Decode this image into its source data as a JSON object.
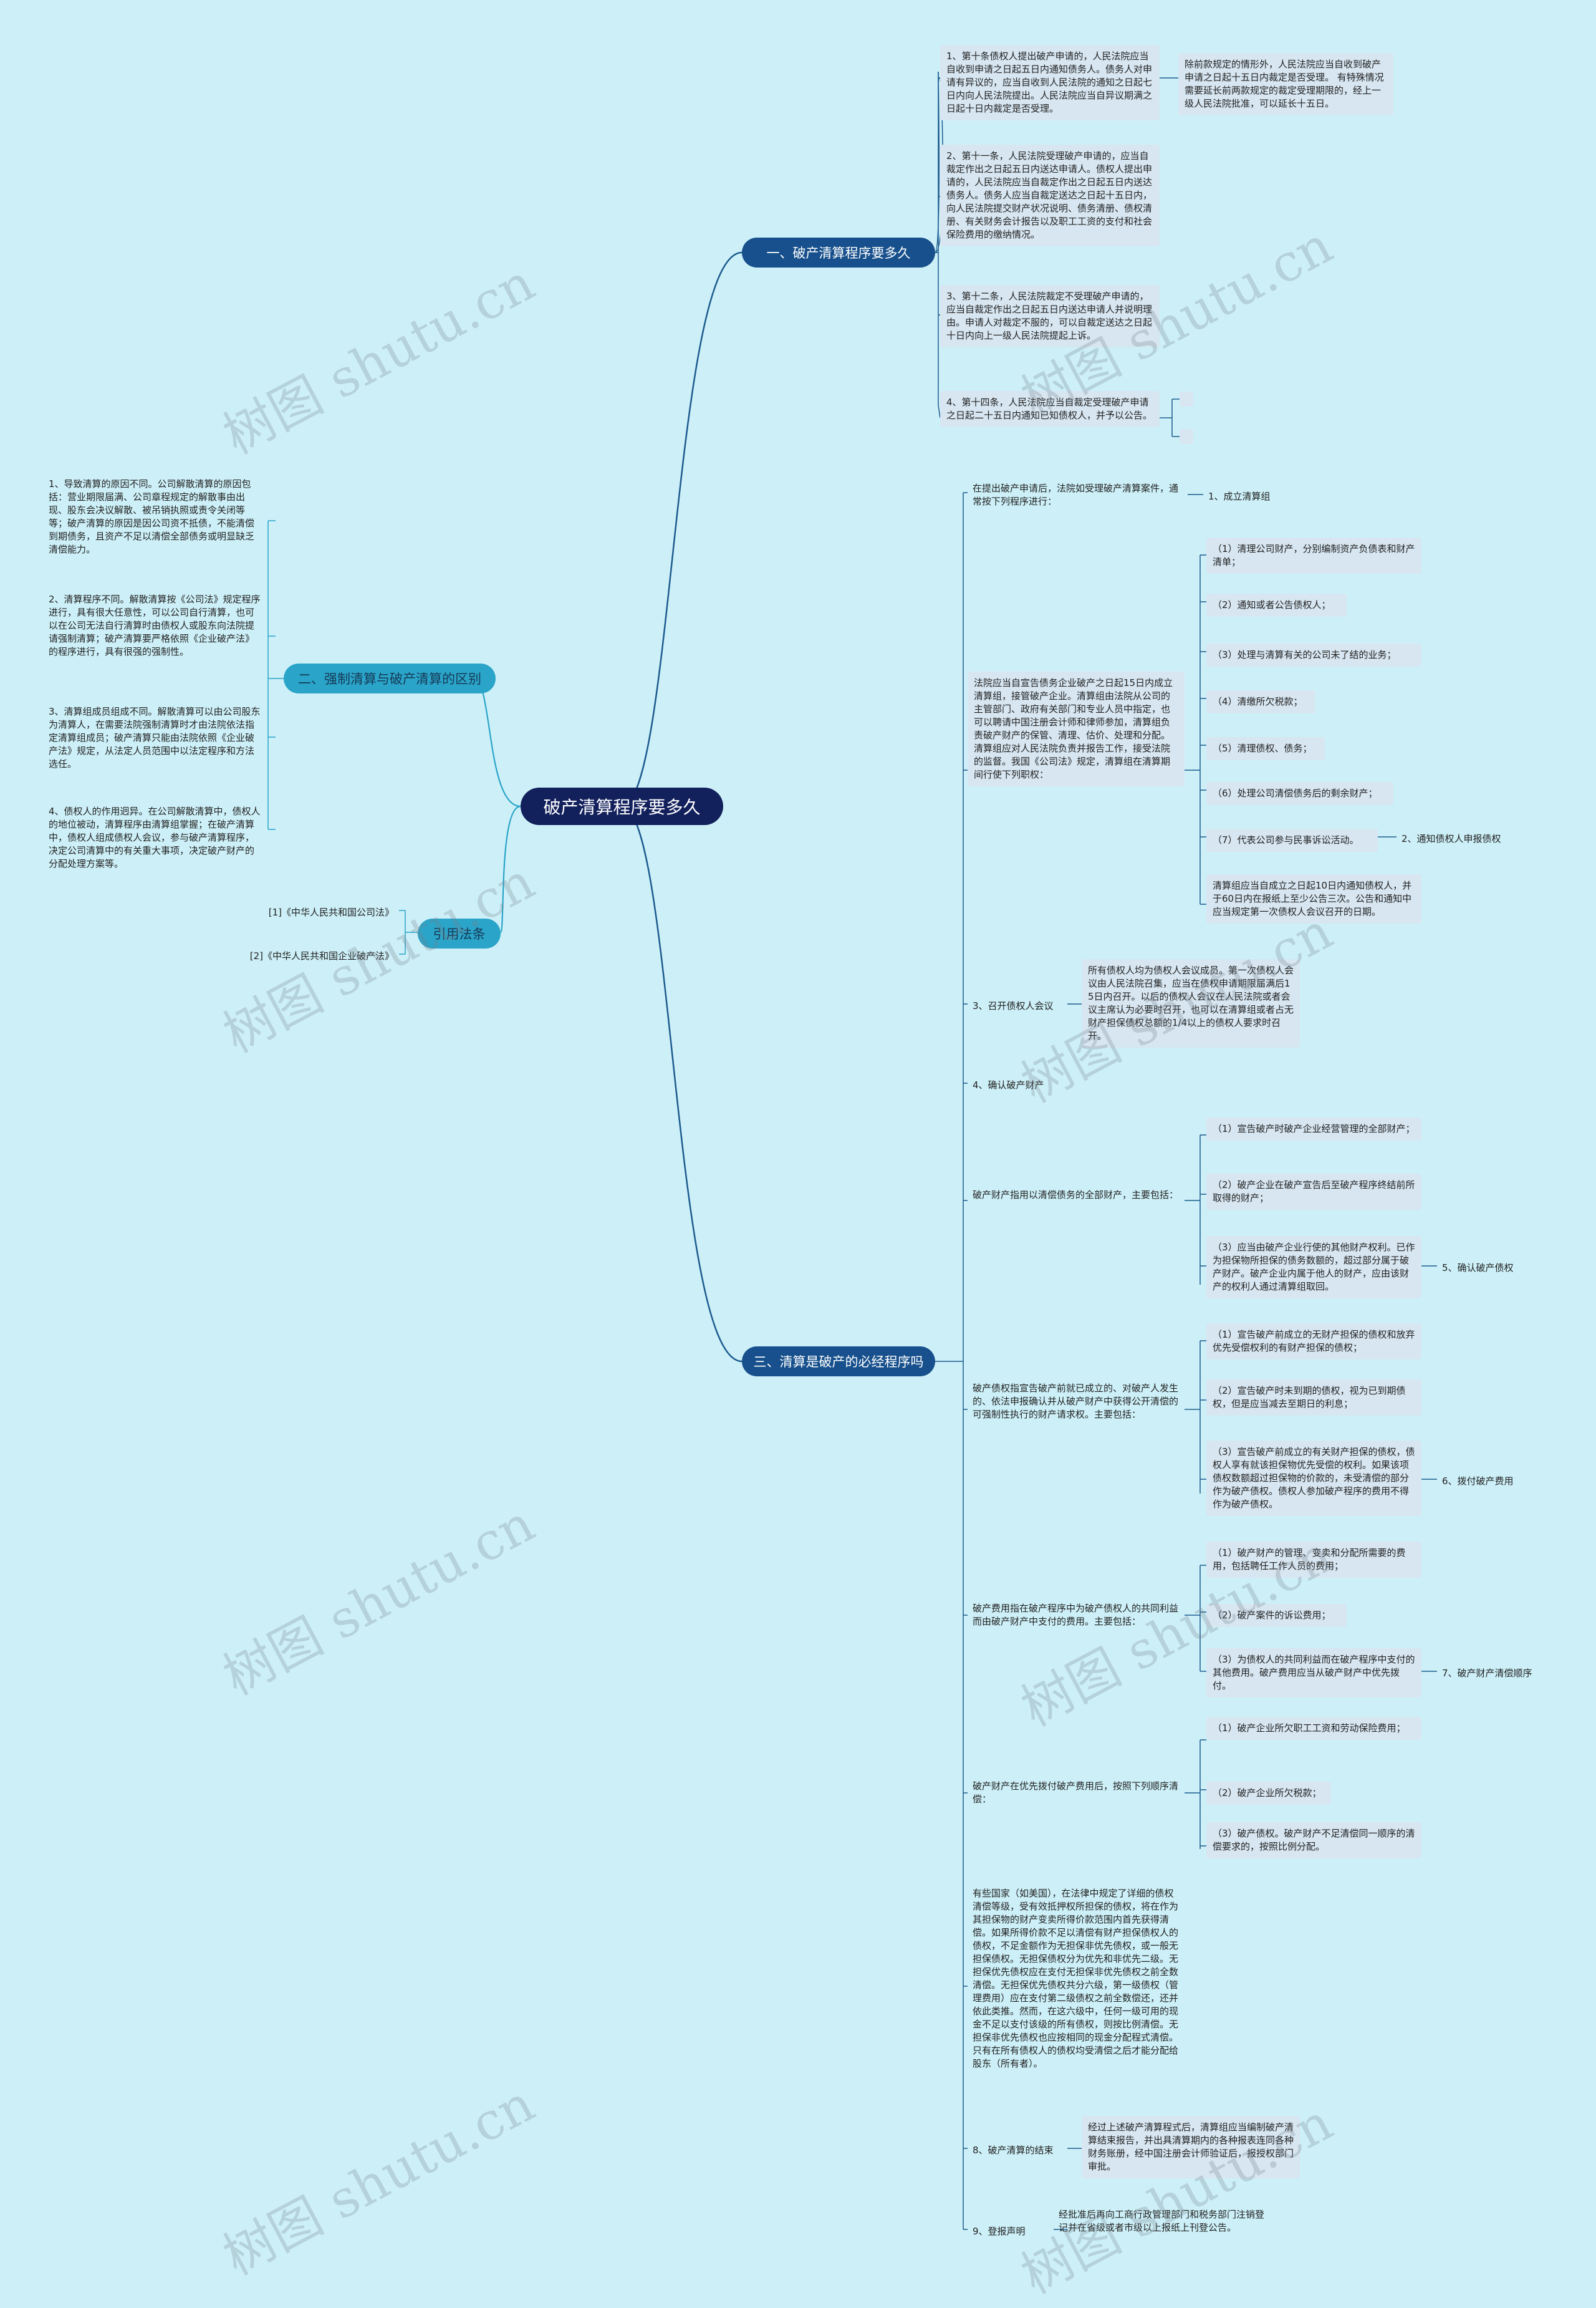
{
  "root": "破产清算程序要多久",
  "watermark": "树图 shutu.cn",
  "branches": {
    "b1": "一、破产清算程序要多久",
    "b2": "二、强制清算与破产清算的区别",
    "b3": "引用法条",
    "b4": "三、清算是破产的必经程序吗"
  },
  "b1": {
    "n1": "1、第十条债权人提出破产申请的，人民法院应当自收到申请之日起五日内通知债务人。债务人对申请有异议的，应当自收到人民法院的通知之日起七日内向人民法院提出。人民法院应当自异议期满之日起十日内裁定是否受理。",
    "n1_note": "除前款规定的情形外，人民法院应当自收到破产申请之日起十五日内裁定是否受理。 有特殊情况需要延长前两款规定的裁定受理期限的，经上一级人民法院批准，可以延长十五日。",
    "n2": "2、第十一条，人民法院受理破产申请的，应当自裁定作出之日起五日内送达申请人。债权人提出申请的，人民法院应当自裁定作出之日起五日内送达债务人。债务人应当自裁定送达之日起十五日内，向人民法院提交财产状况说明、债务清册、债权清册、有关财务会计报告以及职工工资的支付和社会保险费用的缴纳情况。",
    "n3": "3、第十二条，人民法院裁定不受理破产申请的，应当自裁定作出之日起五日内送达申请人并说明理由。申请人对裁定不服的，可以自裁定送达之日起十日内向上一级人民法院提起上诉。",
    "n4": "4、第十四条，人民法院应当自裁定受理破产申请之日起二十五日内通知已知债权人，并予以公告。"
  },
  "b2": {
    "n1": "1、导致清算的原因不同。公司解散清算的原因包括：营业期限届满、公司章程规定的解散事由出现、股东会决议解散、被吊销执照或责令关闭等等；破产清算的原因是因公司资不抵债，不能清偿到期债务，且资产不足以清偿全部债务或明显缺乏清偿能力。",
    "n2": "2、清算程序不同。解散清算按《公司法》规定程序进行，具有很大任意性，可以公司自行清算，也可以在公司无法自行清算时由债权人或股东向法院提请强制清算；破产清算要严格依照《企业破产法》的程序进行，具有很强的强制性。",
    "n3": "3、清算组成员组成不同。解散清算可以由公司股东为清算人，在需要法院强制清算时才由法院依法指定清算组成员；破产清算只能由法院依照《企业破产法》规定，从法定人员范围中以法定程序和方法选任。",
    "n4": "4、债权人的作用迥异。在公司解散清算中，债权人的地位被动，清算程序由清算组掌握；在破产清算中，债权人组成债权人会议，参与破产清算程序，决定公司清算中的有关重大事项，决定破产财产的分配处理方案等。"
  },
  "b3": {
    "r1": "[1]《中华人民共和国公司法》",
    "r2": "[2]《中华人民共和国企业破产法》"
  },
  "b4": {
    "s1": "在提出破产申请后，法院如受理破产清算案件，通常按下列程序进行：",
    "s1_step": "1、成立清算组",
    "s2": "法院应当自宣告债务企业破产之日起15日内成立清算组，接管破产企业。清算组由法院从公司的主管部门、政府有关部门和专业人员中指定，也可以聘请中国注册会计师和律师参加，清算组负责破产财产的保管、清理、估价、处理和分配。清算组应对人民法院负责并报告工作，接受法院的监督。我国《公司法》规定，清算组在清算期间行使下列职权：",
    "s2_items": [
      "（1）清理公司财产，分别编制资产负债表和财产清单；",
      "（2）通知或者公告债权人；",
      "（3）处理与清算有关的公司未了结的业务；",
      "（4）清缴所欠税款；",
      "（5）清理债权、债务；",
      "（6）处理公司清偿债务后的剩余财产；",
      "（7）代表公司参与民事诉讼活动。"
    ],
    "s2_step": "2、通知债权人申报债权",
    "s2_note": "清算组应当自成立之日起10日内通知债权人，并于60日内在报纸上至少公告三次。公告和通知中应当规定第一次债权人会议召开的日期。",
    "s3": "3、召开债权人会议",
    "s3_note": "所有债权人均为债权人会议成员。第一次债权人会议由人民法院召集，应当在债权申请期限届满后15日内召开。以后的债权人会议在人民法院或者会议主席认为必要时召开，也可以在清算组或者占无财产担保债权总额的1/4以上的债权人要求时召开。",
    "s4": "4、确认破产财产",
    "s5": "破产财产指用以清偿债务的全部财产，主要包括：",
    "s5_items": [
      "（1）宣告破产时破产企业经营管理的全部财产；",
      "（2）破产企业在破产宣告后至破产程序终结前所取得的财产；",
      "（3）应当由破产企业行使的其他财产权利。已作为担保物所担保的债务数额的，超过部分属于破产财产。破产企业内属于他人的财产，应由该财产的权利人通过清算组取回。"
    ],
    "s5_step": "5、确认破产债权",
    "s6": "破产债权指宣告破产前就已成立的、对破产人发生的、依法申报确认并从破产财产中获得公开清偿的可强制性执行的财产请求权。主要包括：",
    "s6_items": [
      "（1）宣告破产前成立的无财产担保的债权和放弃优先受偿权利的有财产担保的债权；",
      "（2）宣告破产时未到期的债权，视为已到期债权，但是应当减去至期日的利息；",
      "（3）宣告破产前成立的有关财产担保的债权，债权人享有就该担保物优先受偿的权利。如果该项债权数额超过担保物的价款的，未受清偿的部分作为破产债权。债权人参加破产程序的费用不得作为破产债权。"
    ],
    "s6_step": "6、拨付破产费用",
    "s7": "破产费用指在破产程序中为破产债权人的共同利益而由破产财产中支付的费用。主要包括：",
    "s7_items": [
      "（1）破产财产的管理、变卖和分配所需要的费用，包括聘任工作人员的费用；",
      "（2）破产案件的诉讼费用；",
      "（3）为债权人的共同利益而在破产程序中支付的其他费用。破产费用应当从破产财产中优先拨付。"
    ],
    "s7_step": "7、破产财产清偿顺序",
    "s8": "破产财产在优先拨付破产费用后，按照下列顺序清偿：",
    "s8_items": [
      "（1）破产企业所欠职工工资和劳动保险费用；",
      "（2）破产企业所欠税款；",
      "（3）破产债权。破产财产不足清偿同一顺序的清偿要求的，按照比例分配。"
    ],
    "s9": "有些国家（如美国），在法律中规定了详细的债权清偿等级，受有效抵押权所担保的债权，将在作为其担保物的财产变卖所得价款范围内首先获得清偿。如果所得价款不足以清偿有财产担保债权人的债权，不足金额作为无担保非优先债权，或一般无担保债权。无担保债权分为优先和非优先二级。无担保优先债权应在支付无担保非优先债权之前全数清偿。无担保优先债权共分六级，第一级债权（管理费用）应在支付第二级债权之前全数偿还，还并依此类推。然而，在这六级中，任何一级可用的现金不足以支付该级的所有债权，则按比例清偿。无担保非优先债权也应按相同的现金分配程式清偿。只有在所有债权人的债权均受清偿之后才能分配给股东（所有者）。",
    "s10": "8、破产清算的结束",
    "s10_note": "经过上述破产清算程式后，清算组应当编制破产清算结束报告，并出具清算期内的各种报表连同各种财务账册，经中国注册会计师验证后，报授权部门审批。",
    "s11": "9、登报声明",
    "s11_note": "经批准后再向工商行政管理部门和税务部门注销登记并在省级或者市级以上报纸上刊登公告。"
  }
}
